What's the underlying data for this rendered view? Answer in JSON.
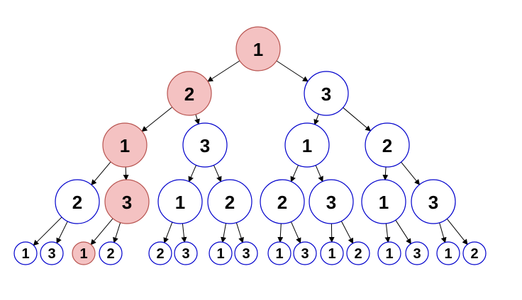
{
  "colors": {
    "highlight_fill": "#f4c2c2",
    "highlight_stroke": "#b85450",
    "normal_fill": "#ffffff",
    "normal_stroke": "#0000cc"
  },
  "tree": {
    "label": "1",
    "highlighted": true,
    "children": [
      {
        "label": "2",
        "highlighted": true,
        "children": [
          {
            "label": "1",
            "highlighted": true,
            "children": [
              {
                "label": "2",
                "children": [
                  {
                    "label": "1"
                  },
                  {
                    "label": "3"
                  }
                ]
              },
              {
                "label": "3",
                "highlighted": true,
                "children": [
                  {
                    "label": "1",
                    "highlighted": true
                  },
                  {
                    "label": "2"
                  }
                ]
              }
            ]
          },
          {
            "label": "3",
            "children": [
              {
                "label": "1",
                "children": [
                  {
                    "label": "2"
                  },
                  {
                    "label": "3"
                  }
                ]
              },
              {
                "label": "2",
                "children": [
                  {
                    "label": "1"
                  },
                  {
                    "label": "3"
                  }
                ]
              }
            ]
          }
        ]
      },
      {
        "label": "3",
        "children": [
          {
            "label": "1",
            "children": [
              {
                "label": "2",
                "children": [
                  {
                    "label": "1"
                  },
                  {
                    "label": "3"
                  }
                ]
              },
              {
                "label": "3",
                "children": [
                  {
                    "label": "1"
                  },
                  {
                    "label": "2"
                  }
                ]
              }
            ]
          },
          {
            "label": "2",
            "children": [
              {
                "label": "1",
                "children": [
                  {
                    "label": "1"
                  },
                  {
                    "label": "3"
                  }
                ]
              },
              {
                "label": "3",
                "children": [
                  {
                    "label": "1"
                  },
                  {
                    "label": "2"
                  }
                ]
              }
            ]
          }
        ]
      }
    ]
  }
}
